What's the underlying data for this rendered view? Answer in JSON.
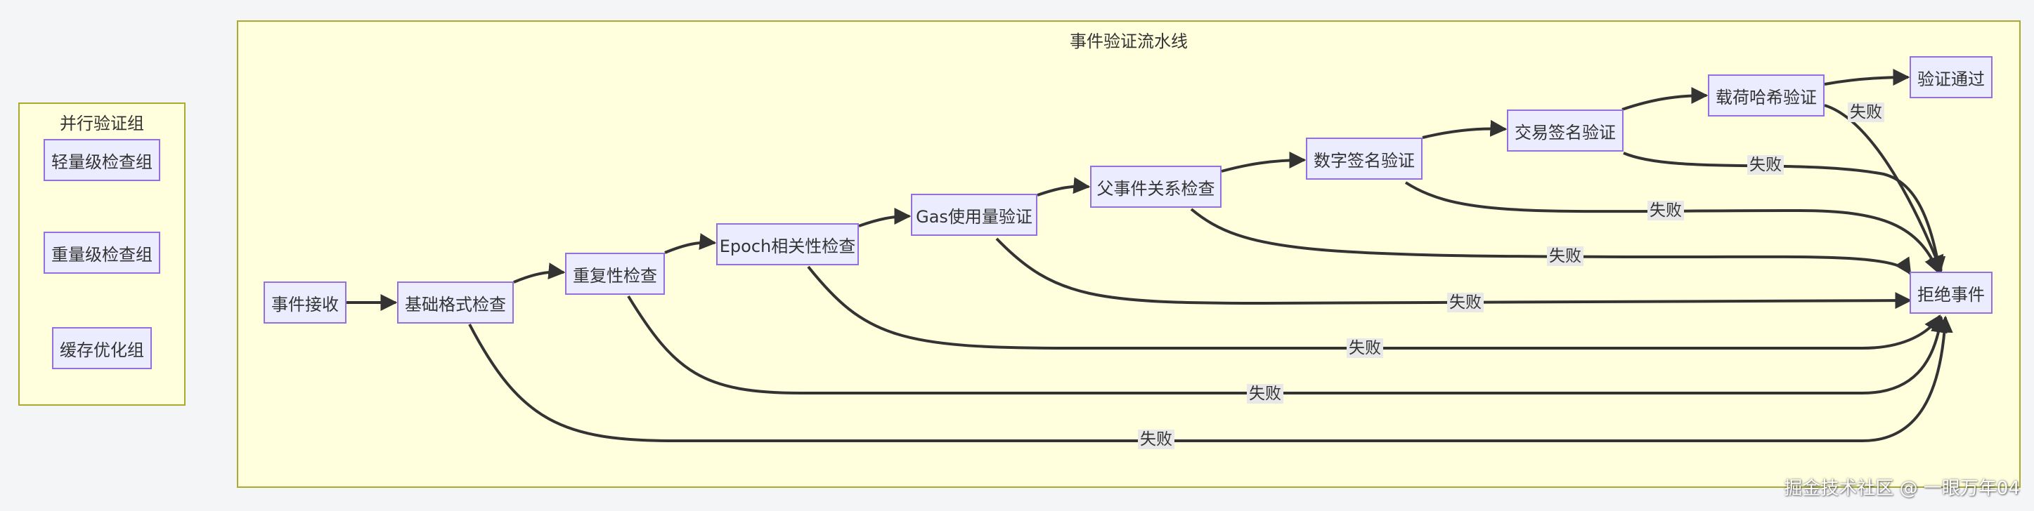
{
  "pipeline": {
    "title": "事件验证流水线",
    "nodes": {
      "receive": "事件接收",
      "basic_format": "基础格式检查",
      "duplicate": "重复性检查",
      "epoch": "Epoch相关性检查",
      "gas": "Gas使用量验证",
      "parent": "父事件关系检查",
      "digital_sig": "数字签名验证",
      "tx_sig": "交易签名验证",
      "payload_hash": "载荷哈希验证",
      "passed": "验证通过",
      "rejected": "拒绝事件"
    },
    "fail_label": "失败"
  },
  "parallel": {
    "title": "并行验证组",
    "nodes": {
      "light": "轻量级检查组",
      "heavy": "重量级检查组",
      "cache": "缓存优化组"
    }
  },
  "watermark": "掘金技术社区 @ 一眼万年04",
  "colors": {
    "subgraph_fill": "#ffffde",
    "subgraph_border": "#aaaa33",
    "node_fill": "#ececff",
    "node_border": "#9370db",
    "edge": "#333333"
  }
}
